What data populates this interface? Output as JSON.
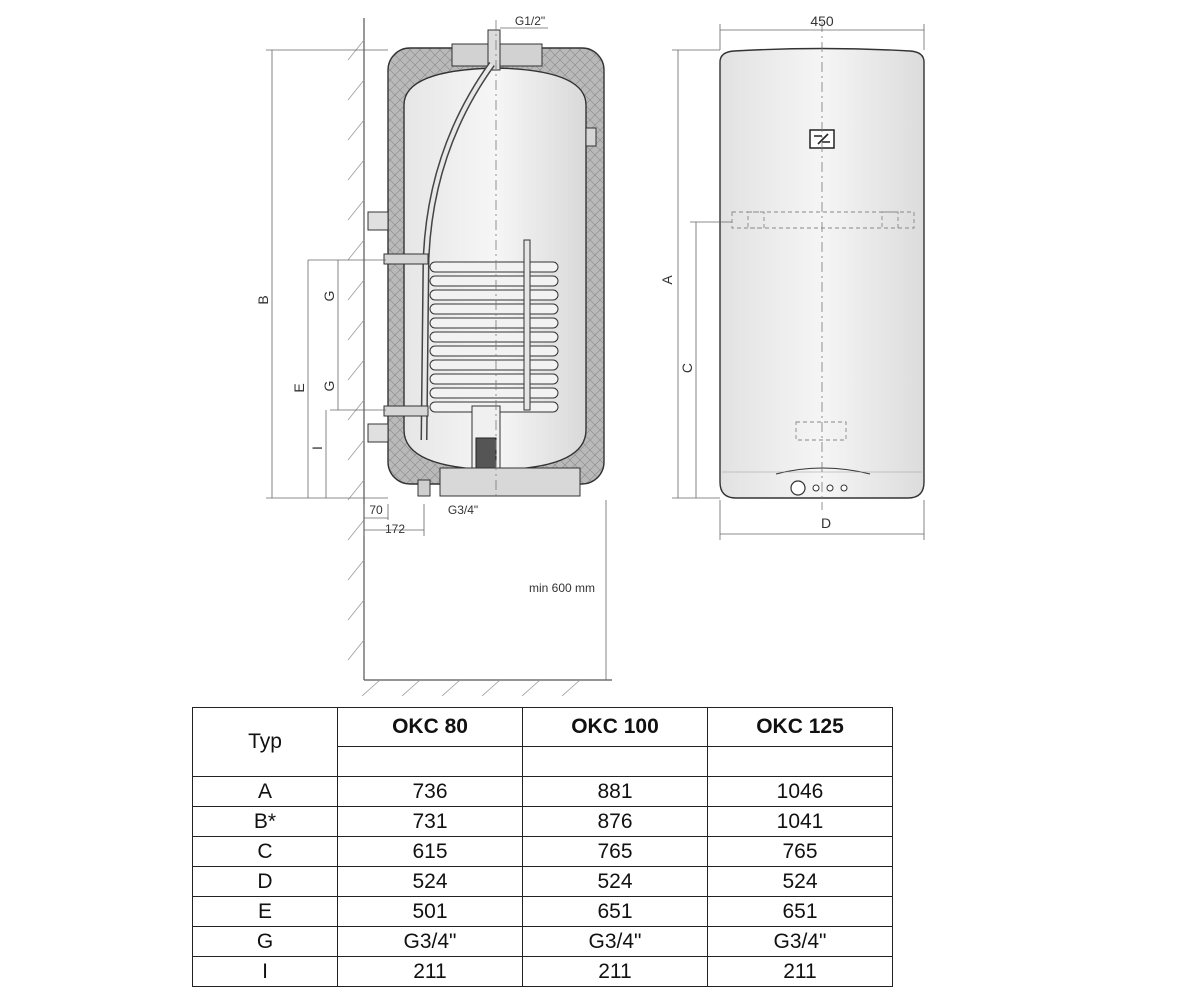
{
  "drawing": {
    "left_view": {
      "dimensions": {
        "top_connection": "G1/2\"",
        "B": "B",
        "G_upper": "G",
        "G_lower": "G",
        "E": "E",
        "I": "I",
        "wall_offset": "70",
        "outlet_offset": "172",
        "bottom_connection": "G3/4\"",
        "clearance": "min 600 mm"
      }
    },
    "right_view": {
      "dimensions": {
        "width": "450",
        "A": "A",
        "C": "C",
        "D": "D"
      }
    }
  },
  "table": {
    "header_label": "Typ",
    "models": [
      "OKC 80",
      "OKC 100",
      "OKC 125"
    ],
    "rows": [
      {
        "label": "A",
        "values": [
          "736",
          "881",
          "1046"
        ]
      },
      {
        "label": "B*",
        "values": [
          "731",
          "876",
          "1041"
        ]
      },
      {
        "label": "C",
        "values": [
          "615",
          "765",
          "765"
        ]
      },
      {
        "label": "D",
        "values": [
          "524",
          "524",
          "524"
        ]
      },
      {
        "label": "E",
        "values": [
          "501",
          "651",
          "651"
        ]
      },
      {
        "label": "G",
        "values": [
          "G3/4\"",
          "G3/4\"",
          "G3/4\""
        ]
      },
      {
        "label": "I",
        "values": [
          "211",
          "211",
          "211"
        ]
      }
    ]
  }
}
